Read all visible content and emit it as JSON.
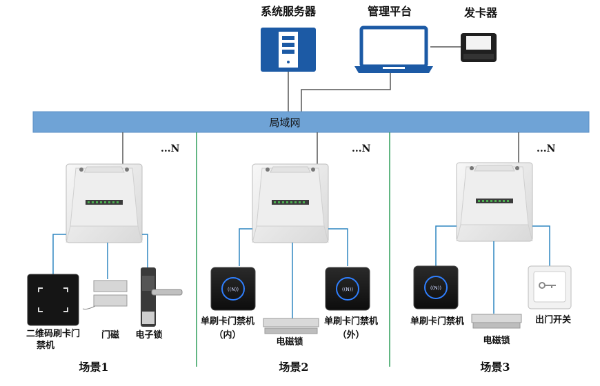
{
  "top": {
    "server_label": "系统服务器",
    "platform_label": "管理平台",
    "card_issuer_label": "发卡器"
  },
  "network": {
    "lan_label": "局域网"
  },
  "scenes": [
    {
      "more_label": "...N",
      "scene_label": "场景1",
      "devices": {
        "qr_reader_line1": "二维码刷卡门",
        "qr_reader_line2": "禁机",
        "door_magnet": "门磁",
        "electronic_lock": "电子锁"
      }
    },
    {
      "more_label": "...N",
      "scene_label": "场景2",
      "devices": {
        "reader_in_line1": "单刷卡门禁机",
        "reader_in_line2": "（内）",
        "em_lock": "电磁锁",
        "reader_out_line1": "单刷卡门禁机",
        "reader_out_line2": "（外）"
      }
    },
    {
      "more_label": "...N",
      "scene_label": "场景3",
      "devices": {
        "reader": "单刷卡门禁机",
        "em_lock": "电磁锁",
        "exit_switch": "出门开关"
      }
    }
  ],
  "colors": {
    "lan_bar": "#6fa3d6",
    "connector": "#2e86c1",
    "divider": "#2e9e5a",
    "server": "#1c5aa5"
  }
}
